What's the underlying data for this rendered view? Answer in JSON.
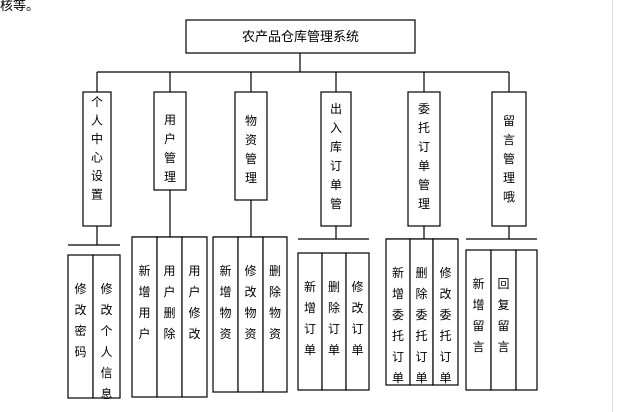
{
  "top_fragment": "核等。",
  "root": "农产品仓库管理系统",
  "modules": [
    {
      "label": "个人中心设置",
      "children": [
        "修改密码",
        "修改个人信息"
      ]
    },
    {
      "label": "用户管理",
      "children": [
        "新增用户",
        "用户删除",
        "用户修改"
      ]
    },
    {
      "label": "物资管理",
      "children": [
        "新增物资",
        "修改物资",
        "删除物资"
      ]
    },
    {
      "label": "出入库订单管",
      "children": [
        "新增订单",
        "删除订单",
        "修改订单"
      ]
    },
    {
      "label": "委托订单管理",
      "children": [
        "新增委托订单",
        "删除委托订单",
        "修改委托订单"
      ]
    },
    {
      "label": "留言管理哦",
      "children": [
        "新增留言",
        "回复留言",
        ""
      ]
    }
  ]
}
